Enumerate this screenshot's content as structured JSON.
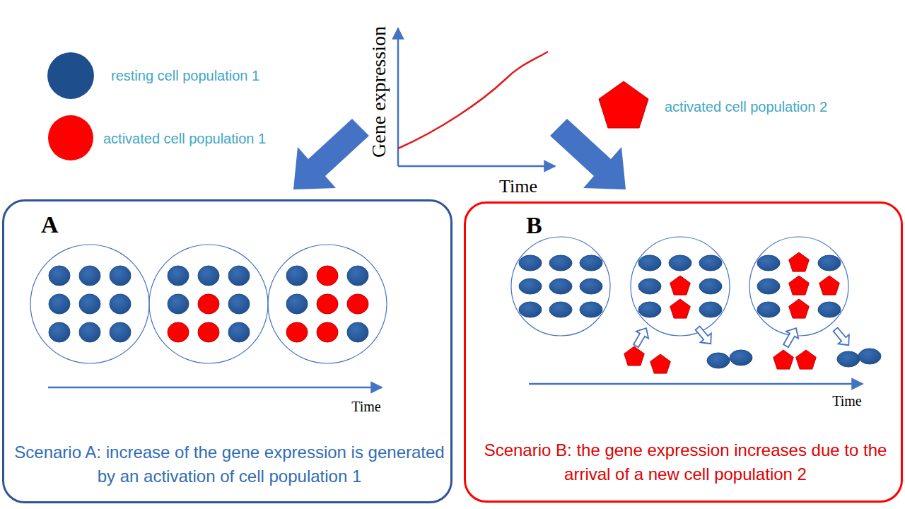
{
  "diagram": {
    "nodes": [
      {
        "text": [
          "A",
          "Scenario A: increase of the gene expression is generated by an activation of cell population 1"
        ]
      },
      {
        "text": [
          "B",
          "Scenario B: the gene expression increases due to the arrival of a new cell population 2"
        ]
      }
    ],
    "labels": [
      "Gene expression",
      "Time",
      "Time",
      "Time"
    ],
    "legend": [
      {
        "text": "resting cell population 1",
        "color": "#1f4e8c"
      },
      {
        "text": "activated cell population 1",
        "color": "#ff0000"
      },
      {
        "text": "activated cell population 2"
      }
    ]
  }
}
